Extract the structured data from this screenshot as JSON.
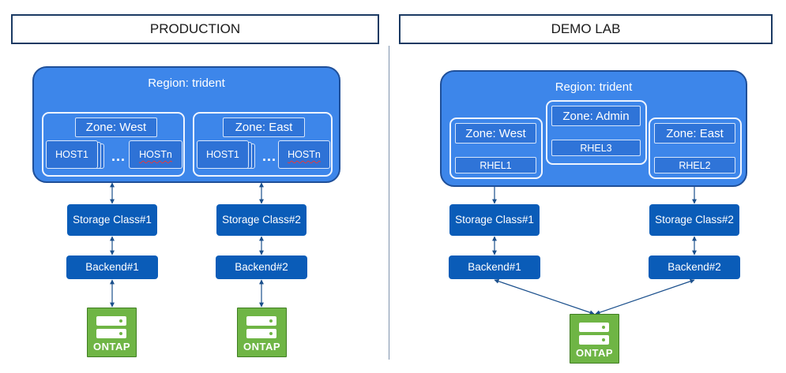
{
  "headers": {
    "left": "PRODUCTION",
    "right": "DEMO LAB"
  },
  "production": {
    "region_title": "Region: trident",
    "zone_west": {
      "title": "Zone: West",
      "host_first": "HOST1",
      "dots": "...",
      "host_last": "HOSTn"
    },
    "zone_east": {
      "title": "Zone: East",
      "host_first": "HOST1",
      "dots": "...",
      "host_last": "HOSTn"
    },
    "storage_class_1": "Storage Class#1",
    "storage_class_2": "Storage Class#2",
    "backend_1": "Backend#1",
    "backend_2": "Backend#2",
    "ontap_1": "ONTAP",
    "ontap_2": "ONTAP"
  },
  "demo": {
    "region_title": "Region: trident",
    "zone_west": {
      "title": "Zone: West",
      "node": "RHEL1"
    },
    "zone_admin": {
      "title": "Zone: Admin",
      "node": "RHEL3"
    },
    "zone_east": {
      "title": "Zone: East",
      "node": "RHEL2"
    },
    "storage_class_1": "Storage Class#1",
    "storage_class_2": "Storage Class#2",
    "backend_1": "Backend#1",
    "backend_2": "Backend#2",
    "ontap": "ONTAP"
  },
  "colors": {
    "region": "#3d86ea",
    "navy_box": "#0a5cb8",
    "ontap_green": "#6fb545",
    "header_border": "#1b3a63"
  }
}
